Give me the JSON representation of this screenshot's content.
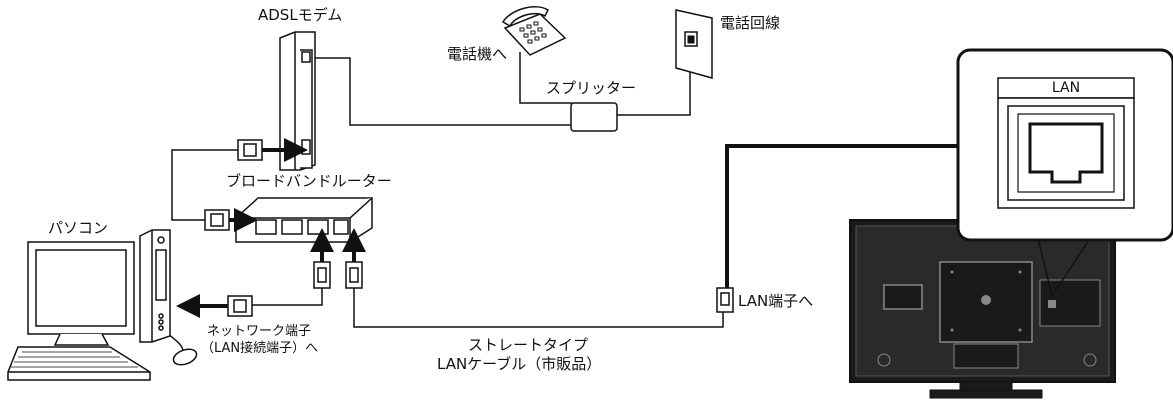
{
  "labels": {
    "adsl_modem": "ADSLモデム",
    "telephone": "電話機へ",
    "phone_line": "電話回線",
    "splitter": "スプリッター",
    "router": "ブロードバンドルーター",
    "pc": "パソコン",
    "network_port_line1": "ネットワーク端子",
    "network_port_line2": "（LAN接続端子）へ",
    "cable_line1": "ストレートタイプ",
    "cable_line2": "LANケーブル（市販品）",
    "lan_terminal": "LAN端子へ",
    "lan_panel": "LAN"
  },
  "icons": [
    "telephone-icon",
    "wall-jack-icon",
    "modem-icon",
    "splitter-icon",
    "router-icon",
    "computer-icon",
    "keyboard-icon",
    "mouse-icon",
    "lan-plug-icon",
    "tv-icon",
    "lan-port-icon"
  ],
  "colors": {
    "line": "#111111",
    "background": "#ffffff",
    "panel_fill": "#ffffff",
    "tv_fill": "#1a1a1a"
  }
}
